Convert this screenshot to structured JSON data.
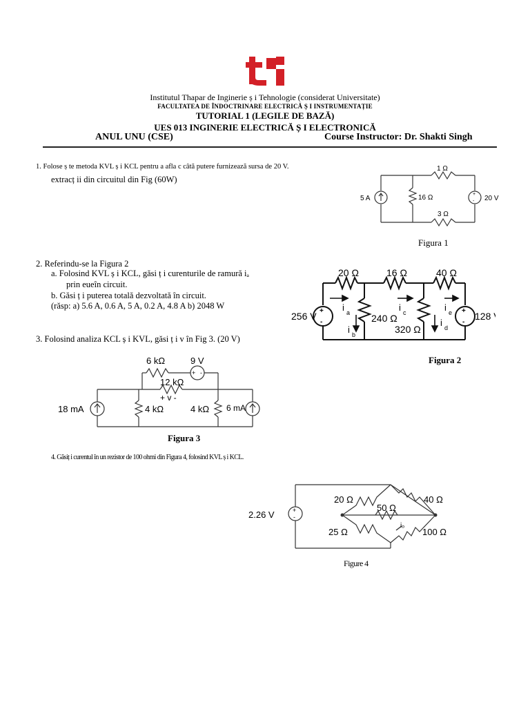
{
  "header": {
    "institute": "Institutul Thapar de Inginerie ș i Tehnologie (considerat Universitate)",
    "faculty": "FACULTATEA DE ÎNDOCTRINARE ELECTRICĂ Ș I INSTRUMENTAȚIE",
    "tutorial": "TUTORIAL 1 (LEGILE DE BAZĂ)",
    "course": "UES 013 INGINERIE ELECTRICĂ Ș I ELECTRONICĂ",
    "year": "ANUL UNU (CSE)",
    "instructor": "Course Instructor: Dr. Shakti Singh",
    "logo_text": "ti",
    "logo_color": "#d32027"
  },
  "questions": {
    "q1_line1": "1.  Folose ș te metoda  KVL  ș i KCL  pentru  a afla  c câtă  putere  furnizează  sursa  de  20  V.",
    "q1_line2": "extracț ii din circuitul din Fig (60W)",
    "q2_line1": "2.   Referindu-se   la   Figura   2",
    "q2_a": "a.   Folosind   KVL   ș i  KCL,   găsi ț i  curenturile   de   ramură   iₐ",
    "q2_a2": "prin eueîn circuit.",
    "q2_b": "b.   Găsi ț i  puterea   totală   dezvoltată   în   circuit.",
    "q2_ans": "(răsp: a) 5.6 A, 0.6 A, 5 A, 0.2 A, 4.8 A          b) 2048 W",
    "q3": "3.   Folosind   analiza   KCL   ș   i  KVL,   găsi ț i  v   în   Fig   3.   (20  V)",
    "q4": "4. Găsiț i curentul în un rezistor de 100 ohmi din Figura 4, folosind KVL ș i KCL."
  },
  "figures": {
    "fig1": {
      "caption": "Figura 1",
      "labels": {
        "r1": "1 Ω",
        "r2": "16 Ω",
        "r3": "3 Ω",
        "src_i": "5 A",
        "src_v": "20 V"
      }
    },
    "fig2": {
      "caption": "Figura 2",
      "labels": {
        "r1": "20 Ω",
        "r2": "16 Ω",
        "r3": "40 Ω",
        "r4": "240 Ω",
        "r5": "320 Ω",
        "v1": "256 V",
        "v2": "128 V",
        "ia": "a",
        "ib": "b",
        "ic": "c",
        "id": "d",
        "ie": "e",
        "i": "i"
      }
    },
    "fig3": {
      "caption": "Figura 3",
      "labels": {
        "r1": "6 kΩ",
        "v1": "9 V",
        "r2": "12 kΩ",
        "v": "+  v  -",
        "r3": "4 kΩ",
        "r4": "4 kΩ",
        "i1": "18 mA",
        "i2": "6 mA"
      }
    },
    "fig4": {
      "caption": "Figure 4",
      "labels": {
        "v": "2.26 V",
        "r1": "20 Ω",
        "r2": "40 Ω",
        "r3": "50 Ω",
        "r4": "25 Ω",
        "r5": "100 Ω",
        "io": "iₒ"
      }
    }
  }
}
